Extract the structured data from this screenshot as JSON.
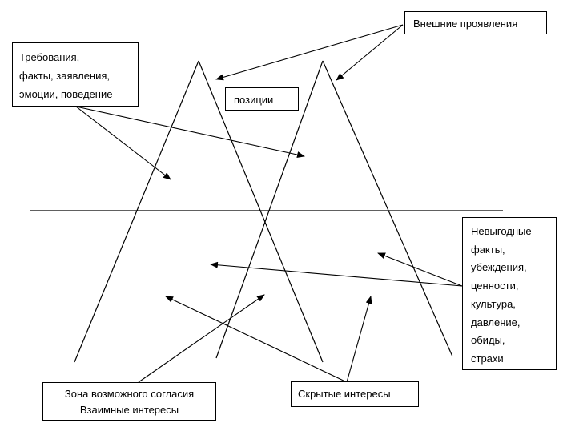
{
  "boxes": {
    "demands": {
      "lines": [
        "Требования,",
        "факты, заявления,",
        "эмоции, поведение"
      ]
    },
    "positions": {
      "label": "позиции"
    },
    "external": {
      "label": "Внешние проявления"
    },
    "unfavorable": {
      "lines": [
        "Невыгодные",
        "факты,",
        "убеждения,",
        "ценности,",
        "культура,",
        "давление,",
        "обиды,",
        "страхи"
      ]
    },
    "zone": {
      "lines": [
        "Зона возможного согласия",
        "Взаимные интересы"
      ]
    },
    "hidden": {
      "label": "Скрытые интересы"
    }
  },
  "colors": {
    "line": "#000000",
    "background": "#ffffff"
  }
}
